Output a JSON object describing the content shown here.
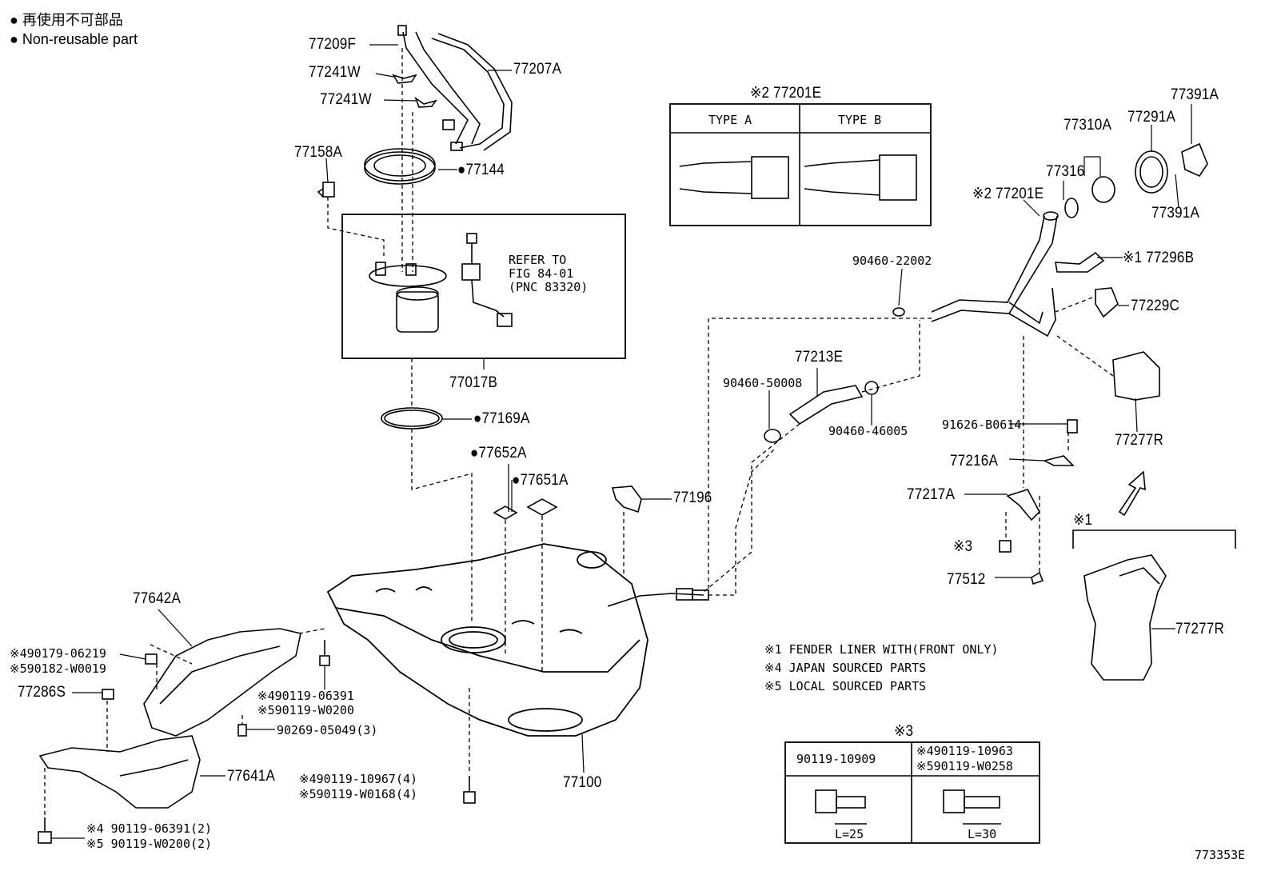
{
  "legend": {
    "line1": "● 再使用不可部品",
    "line2": "● Non-reusable part"
  },
  "labels": {
    "p77209F": "77209F",
    "p77241W_1": "77241W",
    "p77241W_2": "77241W",
    "p77207A": "77207A",
    "p77158A": "77158A",
    "p77144": "●77144",
    "refer1": "REFER TO",
    "refer2": "FIG 84-01",
    "refer3": "(PNC 83320)",
    "p77017B": "77017B",
    "p77169A": "●77169A",
    "p77652A": "●77652A",
    "p77651A": "●77651A",
    "p77196": "77196",
    "p77642A": "77642A",
    "p90179": "※490179-06219",
    "p90182": "※590182-W0019",
    "p77286S": "77286S",
    "p90119_06391": "※490119-06391",
    "p90119_W0200": "※590119-W0200",
    "p90269": "90269-05049(3)",
    "p77641A": "77641A",
    "p90119_10967": "※490119-10967(4)",
    "p90119_W0168": "※590119-W0168(4)",
    "p77100": "77100",
    "p90119_06391_2": "※4 90119-06391(2)",
    "p90119_W0200_2": "※5 90119-W0200(2)",
    "p77201E_top": "※2 77201E",
    "typeA": "TYPE A",
    "typeB": "TYPE B",
    "p90460_22002": "90460-22002",
    "p77213E": "77213E",
    "p90460_50008": "90460-50008",
    "p90460_46005": "90460-46005",
    "p77310A": "77310A",
    "p77291A": "77291A",
    "p77391A_1": "77391A",
    "p77316": "77316",
    "p77201E_2": "※2 77201E",
    "p77391A_2": "77391A",
    "p77296B": "※1 77296B",
    "p77229C": "77229C",
    "p91626": "91626-B0614",
    "p77277R_1": "77277R",
    "p77216A": "77216A",
    "p77217A": "77217A",
    "note3": "※3",
    "p77512": "77512",
    "note1": "※1",
    "p77277R_2": "77277R",
    "fn1": "※1 FENDER LINER WITH(FRONT ONLY)",
    "fn4": "※4 JAPAN SOURCED PARTS",
    "fn5": "※5 LOCAL SOURCED PARTS",
    "table3_title": "※3",
    "t3_a": "90119-10909",
    "t3_b1": "※490119-10963",
    "t3_b2": "※590119-W0258",
    "len25": "L=25",
    "len30": "L=30",
    "fig_id": "773353E"
  }
}
